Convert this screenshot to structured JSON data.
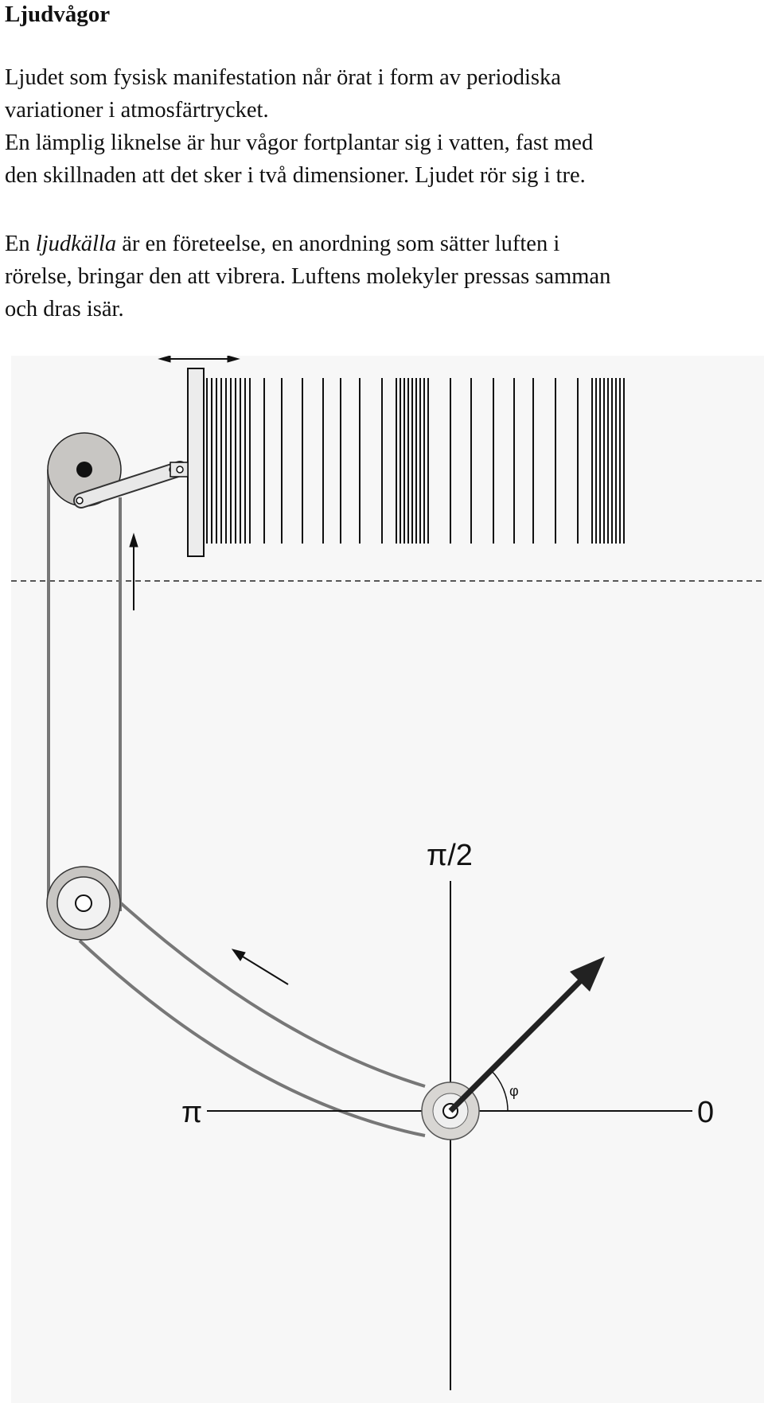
{
  "heading": "Ljudvågor",
  "paragraph1": {
    "line1": "Ljudet som fysisk manifestation når örat i form av periodiska",
    "line2": "variationer i atmosfärtrycket.",
    "line3": "En lämplig liknelse är hur vågor fortplantar sig i vatten, fast med",
    "line4": "den skillnaden att det sker i två dimensioner. Ljudet rör sig i tre."
  },
  "paragraph2": {
    "prefix": "En ",
    "term": "ljudkälla",
    "rest": " är en företeelse, en anordning som sätter luften i",
    "line2": "rörelse, bringar den att vibrera. Luftens molekyler pressas samman",
    "line3": "och dras isär."
  },
  "figure": {
    "labels": {
      "top": "π/2",
      "left": "π",
      "right": "0",
      "angle": "φ"
    },
    "colors": {
      "background": "#f7f7f7",
      "wheel": "#c8c6c3",
      "belt": "#777777",
      "lines": "#111111"
    }
  }
}
